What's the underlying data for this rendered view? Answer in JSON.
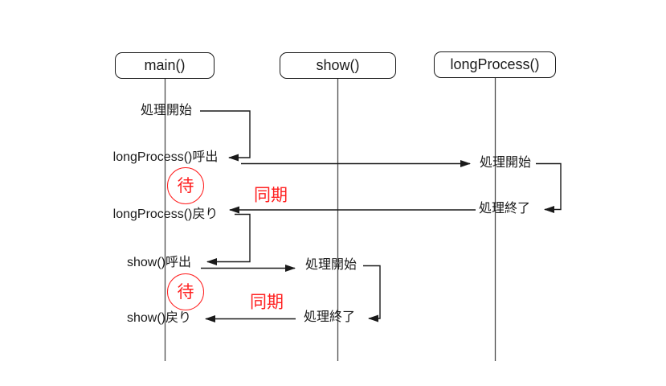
{
  "diagram": {
    "type": "sequence-diagram",
    "actors": [
      {
        "id": "main",
        "label": "main()"
      },
      {
        "id": "show",
        "label": "show()"
      },
      {
        "id": "longProcess",
        "label": "longProcess()"
      }
    ],
    "labels": {
      "main_start": "処理開始",
      "longprocess_call": "longProcess()呼出",
      "longprocess_return": "longProcess()戻り",
      "show_call": "show()呼出",
      "show_return": "show()戻り",
      "show_start": "処理開始",
      "show_end": "処理終了",
      "longprocess_start": "処理開始",
      "longprocess_end": "処理終了"
    },
    "annotations": {
      "wait_1": "待",
      "wait_2": "待",
      "sync_1": "同期",
      "sync_2": "同期"
    },
    "colors": {
      "accent_red": "#ff1f1f",
      "line_black": "#1a1a1a",
      "lifeline_gray": "#4d4d4d",
      "box_border": "#1a1a1a",
      "background": "#ffffff"
    }
  }
}
